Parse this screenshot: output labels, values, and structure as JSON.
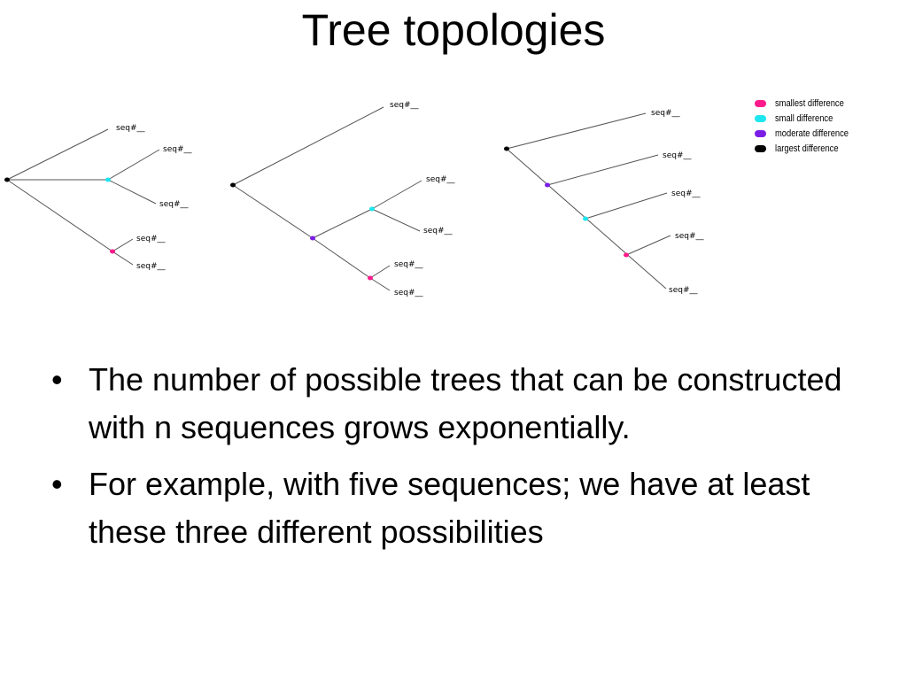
{
  "title": "Tree topologies",
  "colors": {
    "smallest": "#ff1a8c",
    "small": "#1ee6f0",
    "moderate": "#7a1ee6",
    "largest": "#000000",
    "line": "#555555"
  },
  "trees": [
    {
      "leaves": [
        "seq#__",
        "seq#__",
        "seq#__",
        "seq#__",
        "seq#__"
      ],
      "nodes": [
        {
          "role": "root",
          "difference": "largest"
        },
        {
          "role": "internal",
          "difference": "small"
        },
        {
          "role": "internal",
          "difference": "smallest"
        }
      ]
    },
    {
      "leaves": [
        "seq#__",
        "seq#__",
        "seq#__",
        "seq#__",
        "seq#__"
      ],
      "nodes": [
        {
          "role": "root",
          "difference": "largest"
        },
        {
          "role": "internal",
          "difference": "moderate"
        },
        {
          "role": "internal",
          "difference": "small"
        },
        {
          "role": "internal",
          "difference": "smallest"
        }
      ]
    },
    {
      "leaves": [
        "seq#__",
        "seq#__",
        "seq#__",
        "seq#__",
        "seq#__"
      ],
      "nodes": [
        {
          "role": "root",
          "difference": "largest"
        },
        {
          "role": "internal",
          "difference": "moderate"
        },
        {
          "role": "internal",
          "difference": "small"
        },
        {
          "role": "internal",
          "difference": "smallest"
        }
      ]
    }
  ],
  "legend": [
    {
      "label": "smallest difference",
      "color": "#ff1a8c"
    },
    {
      "label": "small difference",
      "color": "#1ee6f0"
    },
    {
      "label": "moderate difference",
      "color": "#7a1ee6"
    },
    {
      "label": "largest difference",
      "color": "#000000"
    }
  ],
  "bullets": [
    {
      "marker": "•",
      "text": "The number of possible trees that can be constructed with n sequences grows exponentially."
    },
    {
      "marker": "•",
      "text": "For example, with five sequences; we have at least these three different possibilities"
    }
  ]
}
